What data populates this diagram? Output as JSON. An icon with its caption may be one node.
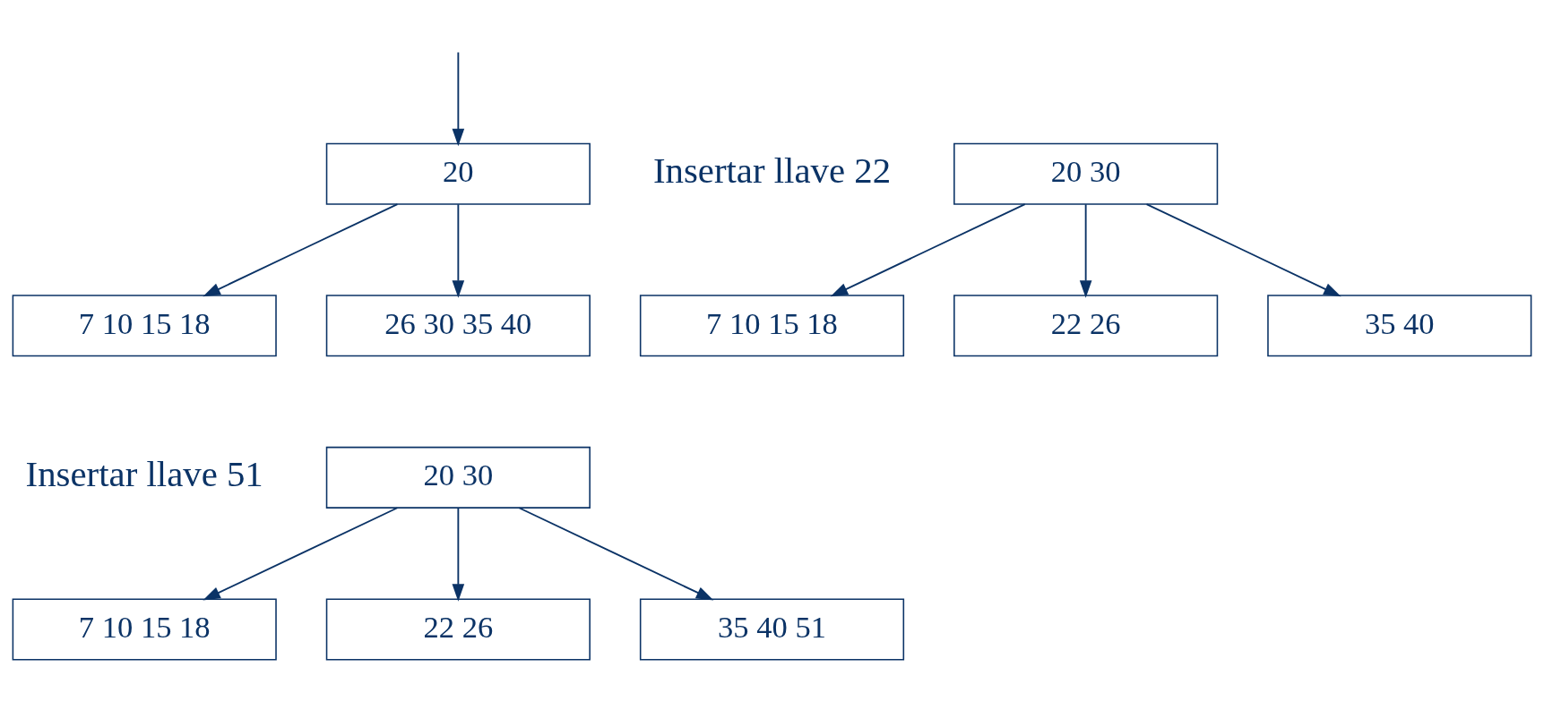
{
  "diagram": {
    "nodes": [
      {
        "text": [
          "20"
        ]
      },
      {
        "text": [
          "7 10 15 18"
        ]
      },
      {
        "text": [
          "26 30 35 40"
        ]
      },
      {
        "text": [
          "20 30"
        ]
      },
      {
        "text": [
          "7 10 15 18"
        ]
      },
      {
        "text": [
          "22 26"
        ]
      },
      {
        "text": [
          "35 40"
        ]
      },
      {
        "text": [
          "20 30"
        ]
      },
      {
        "text": [
          "7 10 15 18"
        ]
      },
      {
        "text": [
          "22 26"
        ]
      },
      {
        "text": [
          "35 40 51"
        ]
      }
    ],
    "edges": [
      {
        "from": null,
        "to": 0,
        "arrow": "to"
      },
      {
        "from": 0,
        "to": 1,
        "arrow": "to"
      },
      {
        "from": 0,
        "to": 2,
        "arrow": "to"
      },
      {
        "from": 3,
        "to": 4,
        "arrow": "to"
      },
      {
        "from": 3,
        "to": 5,
        "arrow": "to"
      },
      {
        "from": 3,
        "to": 6,
        "arrow": "to"
      },
      {
        "from": 7,
        "to": 8,
        "arrow": "to"
      },
      {
        "from": 7,
        "to": 9,
        "arrow": "to"
      },
      {
        "from": 7,
        "to": 10,
        "arrow": "to"
      }
    ],
    "labels": [
      "Insertar llave 22",
      "Insertar llave 51"
    ]
  }
}
